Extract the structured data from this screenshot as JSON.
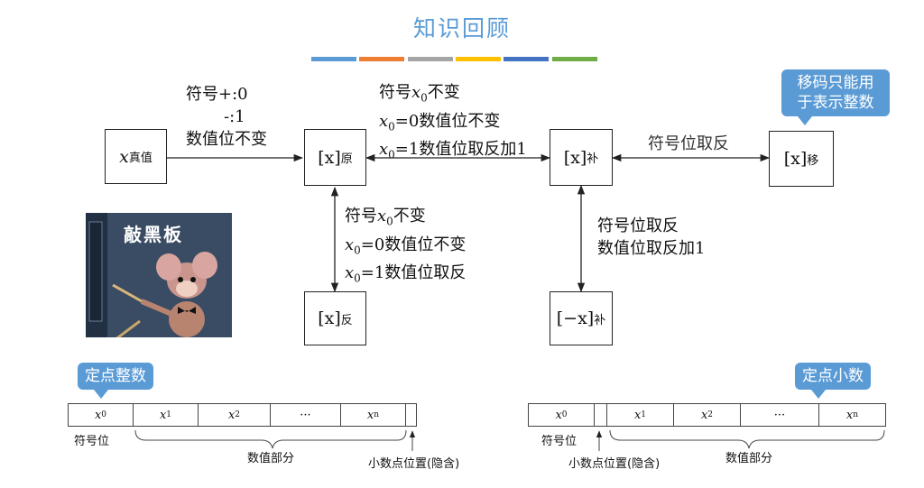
{
  "title": "知识回顾",
  "stripes": [
    "#5b9bd5",
    "#ed7d31",
    "#a5a5a5",
    "#ffc000",
    "#4472c4",
    "#70ad47"
  ],
  "boxes": {
    "true_value": {
      "var": "x",
      "sub": "真值"
    },
    "original": {
      "var": "[x]",
      "sub": "原"
    },
    "complement": {
      "var": "[x]",
      "sub": "补"
    },
    "offset": {
      "var": "[x]",
      "sub": "移"
    },
    "ones_complement": {
      "var": "[x]",
      "sub": "反"
    },
    "neg_complement": {
      "var": "[−x]",
      "sub": "补"
    }
  },
  "labels": {
    "true_to_original": {
      "line1": "符号+:0",
      "line2": "-:1",
      "line3": "数值位不变"
    },
    "original_to_complement": {
      "line1_pre": "符号",
      "line1_var": "x",
      "line1_sub": "0",
      "line1_post": "不变",
      "line2_var": "x",
      "line2_sub": "0",
      "line2_post": "=0数值位不变",
      "line3_var": "x",
      "line3_sub": "0",
      "line3_post": "=1数值位取反加1"
    },
    "original_to_ones": {
      "line1_pre": "符号",
      "line1_var": "x",
      "line1_sub": "0",
      "line1_post": "不变",
      "line2_var": "x",
      "line2_sub": "0",
      "line2_post": "=0数值位不变",
      "line3_var": "x",
      "line3_sub": "0",
      "line3_post": "=1数值位取反"
    },
    "complement_to_offset": "符号位取反",
    "complement_to_neg": {
      "line1": "符号位取反",
      "line2": "数值位取反加1"
    }
  },
  "notes": {
    "offset_note": {
      "line1": "移码只能用",
      "line2": "于表示整数"
    },
    "integer": "定点整数",
    "fraction": "定点小数"
  },
  "picture_text": "敲黑板",
  "integer_format": {
    "cells": [
      {
        "var": "x",
        "sub": "0"
      },
      {
        "var": "x",
        "sub": "1"
      },
      {
        "var": "x",
        "sub": "2"
      },
      {
        "var": "···",
        "sub": ""
      },
      {
        "var": "x",
        "sub": "n"
      }
    ],
    "sign_label": "符号位",
    "value_label": "数值部分",
    "point_label": "小数点位置(隐含)"
  },
  "fraction_format": {
    "cells": [
      {
        "var": "x",
        "sub": "0"
      },
      {
        "var": "x",
        "sub": "1"
      },
      {
        "var": "x",
        "sub": "2"
      },
      {
        "var": "···",
        "sub": ""
      },
      {
        "var": "x",
        "sub": "n"
      }
    ],
    "sign_label": "符号位",
    "value_label": "数值部分",
    "point_label": "小数点位置(隐含)"
  }
}
